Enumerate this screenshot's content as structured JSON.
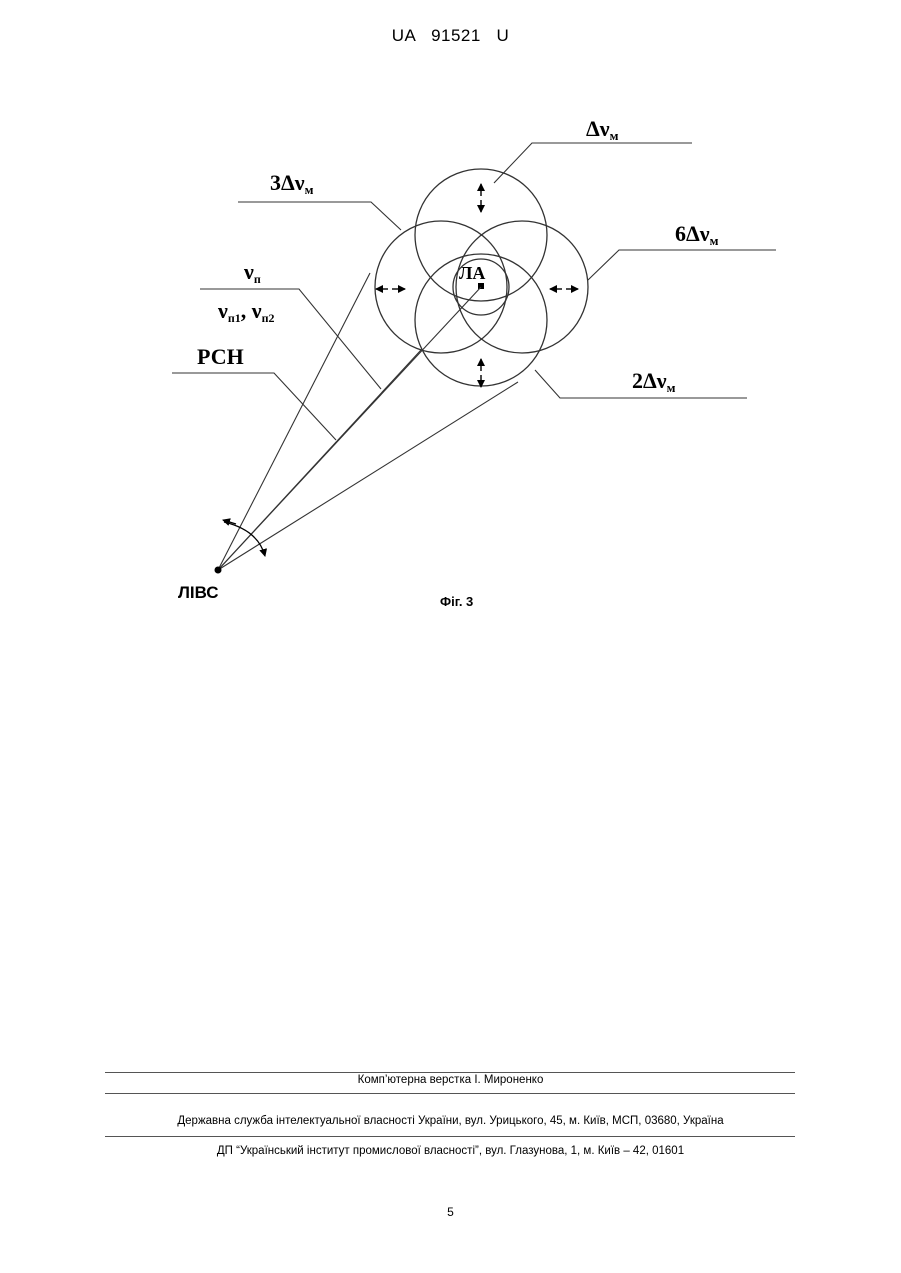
{
  "header": {
    "country": "UA",
    "number": "91521",
    "kind": "U"
  },
  "figure": {
    "caption": "Фіг. 3",
    "labels": {
      "delta_nu_m": "Δν",
      "delta_nu_m_sub": "м",
      "three_delta_nu_m": "3Δν",
      "three_delta_nu_m_sub": "м",
      "six_delta_nu_m": "6Δν",
      "six_delta_nu_m_sub": "м",
      "two_delta_nu_m": "2Δν",
      "two_delta_nu_m_sub": "м",
      "nu_n": "ν",
      "nu_n_sub": "п",
      "nu_n1_n2_a": "ν",
      "nu_n1_sub": "п1",
      "nu_sep": ", ",
      "nu_n1_n2_b": "ν",
      "nu_n2_sub": "п2",
      "rsn": "РСН",
      "la": "ЛА",
      "livs": "ЛІВС"
    }
  },
  "footer": {
    "layout_credit": "Комп’ютерна верстка І. Мироненко",
    "agency": "Державна служба інтелектуальної власності України, вул. Урицького, 45, м. Київ, МСП, 03680, Україна",
    "institute": "ДП “Український інститут промислової власності”, вул. Глазунова, 1, м. Київ – 42, 01601"
  },
  "page_number": "5"
}
